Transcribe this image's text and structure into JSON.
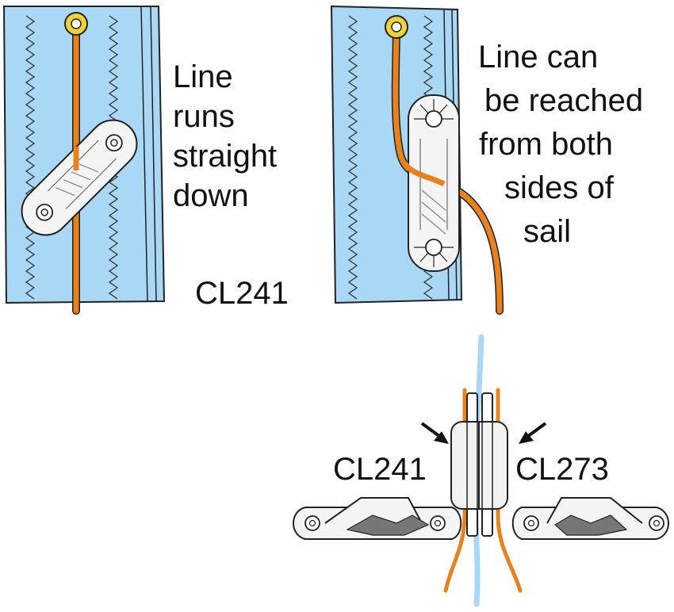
{
  "panel_left": {
    "caption_lines": [
      "Line",
      "runs",
      "straight",
      "down"
    ],
    "label": "CL241"
  },
  "panel_right": {
    "caption_lines": [
      "Line can",
      "be reached",
      "from both",
      "sides of",
      "sail"
    ]
  },
  "panel_bottom": {
    "label_left": "CL241",
    "label_right": "CL273"
  },
  "colors": {
    "sail": "#a8d8f5",
    "line": "#e8821e",
    "eyelet": "#f2d23a",
    "cleat": "#f4f4f4",
    "outline": "#222222"
  }
}
